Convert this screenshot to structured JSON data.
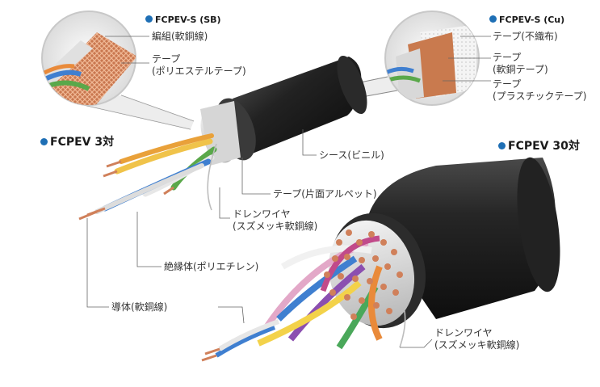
{
  "colors": {
    "accent": "#1e6fb5",
    "jacket": "#1c1c1c",
    "copper": "#d0805a"
  },
  "titles": {
    "sb": "FCPEV-S (SB)",
    "cu": "FCPEV-S (Cu)",
    "three_pair": "FCPEV 3対",
    "thirty_pair": "FCPEV 30対"
  },
  "labels": {
    "braid": "編組(軟銅線)",
    "tape_polyester_1": "テープ",
    "tape_polyester_2": "(ポリエステルテープ)",
    "tape_nonwoven": "テープ(不織布)",
    "tape_copper_1": "テープ",
    "tape_copper_2": "(軟銅テープ)",
    "tape_plastic_1": "テープ",
    "tape_plastic_2": "(プラスチックテープ)",
    "sheath": "シース(ビニル)",
    "tape_alpet": "テープ(片面アルペット)",
    "drain_1_a": "ドレンワイヤ",
    "drain_1_b": "(スズメッキ軟銅線)",
    "insulator": "絶縁体(ポリエチレン)",
    "conductor": "導体(軟銅線)",
    "drain_2_a": "ドレンワイヤ",
    "drain_2_b": "(スズメッキ軟銅線)"
  }
}
